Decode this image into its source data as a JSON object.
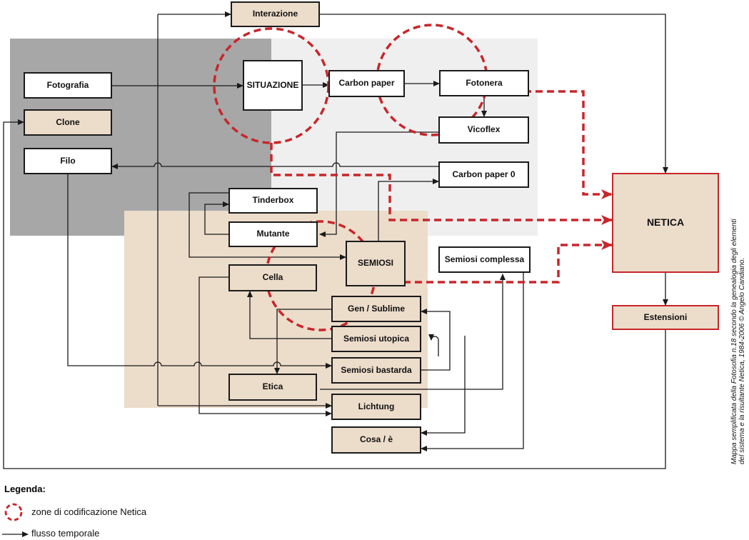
{
  "colors": {
    "zone_dark": "#a7a7a7",
    "zone_light": "#efefef",
    "zone_beige": "#ecdcca",
    "node_beige": "#ecdcca",
    "netica_red": "#c8262b",
    "line": "#1a1a1a"
  },
  "nodes": {
    "interazione": "Interazione",
    "fotografia": "Fotografia",
    "clone": "Clone",
    "filo": "Filo",
    "situazione": "SITUAZIONE",
    "carbon_paper": "Carbon paper",
    "fotonera": "Fotonera",
    "vicoflex": "Vicoflex",
    "carbon_paper_0": "Carbon paper 0",
    "tinderbox": "Tinderbox",
    "mutante": "Mutante",
    "semiosi": "SEMIOSI",
    "semiosi_complessa": "Semiosi complessa",
    "cella": "Cella",
    "gen_sublime": "Gen / Sublime",
    "semiosi_utopica": "Semiosi utopica",
    "semiosi_bastarda": "Semiosi bastarda",
    "etica": "Etica",
    "lichtung": "Lichtung",
    "cosa_e": "Cosa / è",
    "netica": "NETICA",
    "estensioni": "Estensioni"
  },
  "caption": {
    "line1": "Mappa semplificata della Fotosofia n.18 secondo la genealogia degli elementi",
    "line2": "del sistema e la risultante Netica, 1984-2006 © Angelo Candiano."
  },
  "legend": {
    "title": "Legenda:",
    "zones_label": "zone di codificazione Netica",
    "flow_label": "flusso temporale"
  }
}
